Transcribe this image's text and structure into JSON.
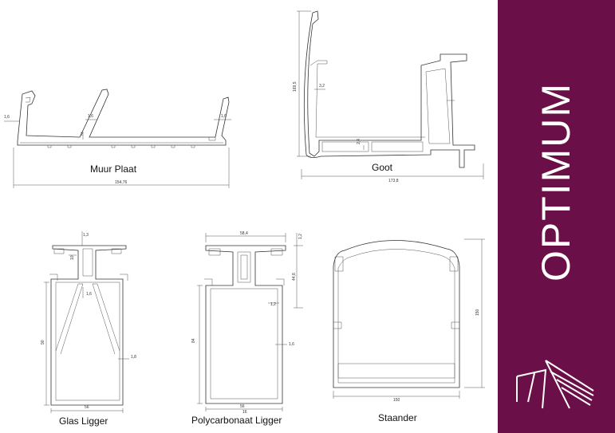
{
  "brand": {
    "name": "OPTIMUM",
    "background_color": "#6b0f48",
    "logo_icon": "pergola-logo-icon"
  },
  "profiles": {
    "muur_plaat": {
      "title": "Muur Plaat",
      "dims": {
        "d1": "1,6",
        "d2": "1,6",
        "d3": "2",
        "d4": "1,6",
        "width": "154,76"
      }
    },
    "goot": {
      "title": "Goot",
      "dims": {
        "d1": "3,2",
        "d2": "2,4",
        "height": "169,5",
        "width": "173,8"
      }
    },
    "glas_ligger": {
      "title": "Glas Ligger",
      "dims": {
        "d1": "1,3",
        "d2": "10",
        "d3": "1,6",
        "height": "90",
        "d4": "1,8",
        "width": "56"
      }
    },
    "polycarbonaat_ligger": {
      "title": "Polycarbonaat Ligger",
      "dims": {
        "width_top": "58,4",
        "d1": "1,2",
        "d2": "44,8",
        "d3": "1,2",
        "height": "84",
        "d4": "1,6",
        "width": "56",
        "d5": "16"
      }
    },
    "staander": {
      "title": "Staander",
      "dims": {
        "height": "150",
        "width": "150"
      }
    }
  }
}
